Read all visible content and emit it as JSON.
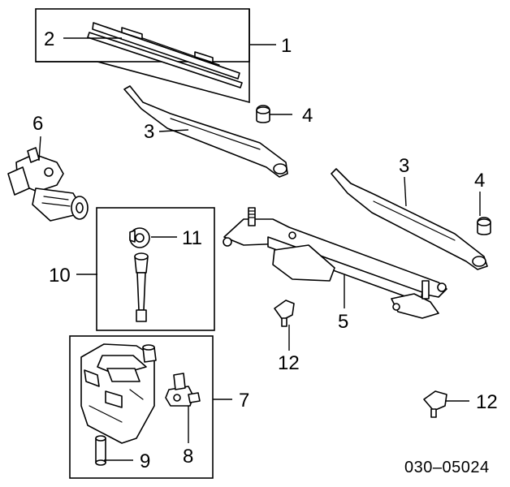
{
  "diagram": {
    "callouts": {
      "c1": "1",
      "c2": "2",
      "c3a": "3",
      "c3b": "3",
      "c4a": "4",
      "c4b": "4",
      "c5": "5",
      "c6": "6",
      "c7": "7",
      "c8": "8",
      "c9": "9",
      "c10": "10",
      "c11": "11",
      "c12a": "12",
      "c12b": "12"
    },
    "figure_code": "030–05024"
  }
}
